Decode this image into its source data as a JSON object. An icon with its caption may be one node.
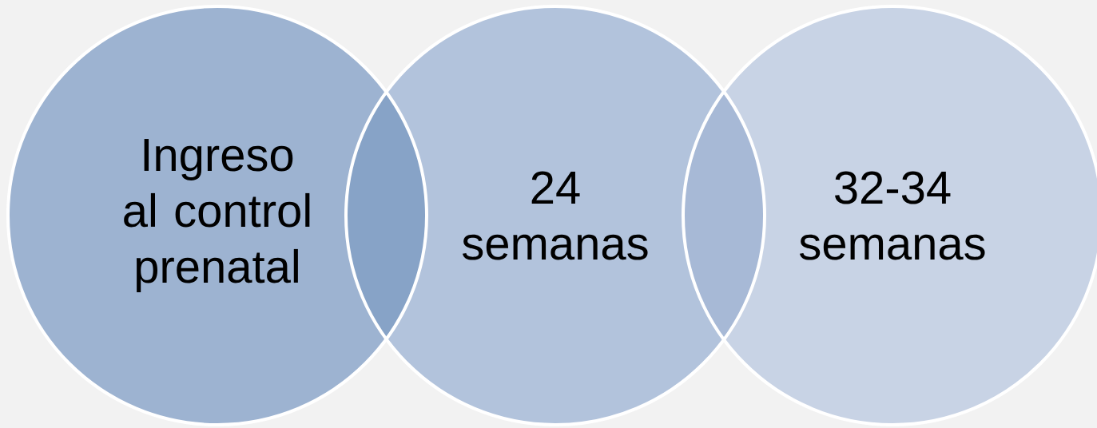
{
  "diagram": {
    "nodes": [
      {
        "text": [
          "Ingreso al control prenatal"
        ]
      },
      {
        "text": [
          "24 semanas"
        ]
      },
      {
        "text": [
          "32-34 semanas"
        ]
      }
    ]
  }
}
